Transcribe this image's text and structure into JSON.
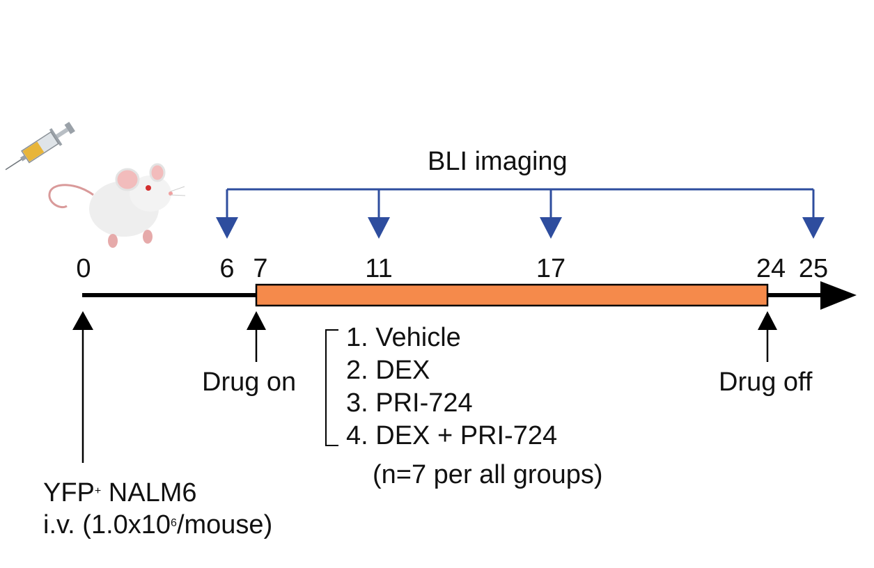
{
  "imaging": {
    "title": "BLI imaging",
    "days": [
      "6",
      "11",
      "17",
      "25"
    ],
    "color": "#2e4d9e"
  },
  "timeline": {
    "days": [
      {
        "id": "d0",
        "label": "0"
      },
      {
        "id": "d6",
        "label": "6"
      },
      {
        "id": "d7",
        "label": "7"
      },
      {
        "id": "d11",
        "label": "11"
      },
      {
        "id": "d17",
        "label": "17"
      },
      {
        "id": "d24",
        "label": "24"
      },
      {
        "id": "d25",
        "label": "25"
      }
    ],
    "axis_color": "#000000",
    "treatment_bar_color": "#f58a4b"
  },
  "events": {
    "drug_on": "Drug on",
    "drug_off": "Drug off",
    "injection": {
      "line1_prefix": "YFP",
      "line1_sup": "+",
      "line1_suffix": " NALM6",
      "line2_prefix": "i.v. (1.0x10",
      "line2_sup": "6",
      "line2_suffix": "/mouse)"
    }
  },
  "groups": {
    "items": [
      "1. Vehicle",
      "2. DEX",
      "3. PRI-724",
      "4. DEX + PRI-724"
    ],
    "note": "(n=7 per all groups)"
  },
  "icons": [
    "syringe-icon",
    "mouse-icon"
  ]
}
